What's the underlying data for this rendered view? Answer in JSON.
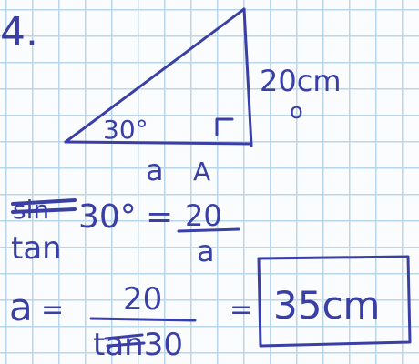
{
  "problem": {
    "number": "4."
  },
  "triangle": {
    "angle_label": "30°",
    "side_opposite_label": "20cm",
    "side_opposite_note": "o",
    "side_adjacent_label": "a",
    "side_adjacent_note": "A"
  },
  "equation1": {
    "crossed_func": "sin",
    "func": "tan",
    "angle": "30°",
    "equals": "=",
    "numerator": "20",
    "denominator": "a"
  },
  "equation2": {
    "lhs": "a",
    "equals": "=",
    "numerator": "20",
    "denominator": "tan30",
    "equals2": "=",
    "answer": "35cm"
  },
  "colors": {
    "ink": "#3a3fa6",
    "grid": "#b9d6ea",
    "paper": "#fbfcfd"
  }
}
